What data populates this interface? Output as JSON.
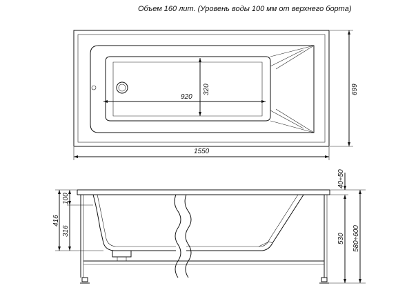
{
  "caption": "Объем 160 лит. (Уровень воды 100 мм от верхнего борта)",
  "dimensions": {
    "top_view": {
      "length": "1550",
      "width": "699",
      "inner_length": "920",
      "inner_width": "320"
    },
    "side_view": {
      "height_total": "416",
      "height_water": "100",
      "height_lower": "316",
      "rim": "40÷50",
      "leg_height": "530",
      "overall_height": "580÷600"
    }
  }
}
